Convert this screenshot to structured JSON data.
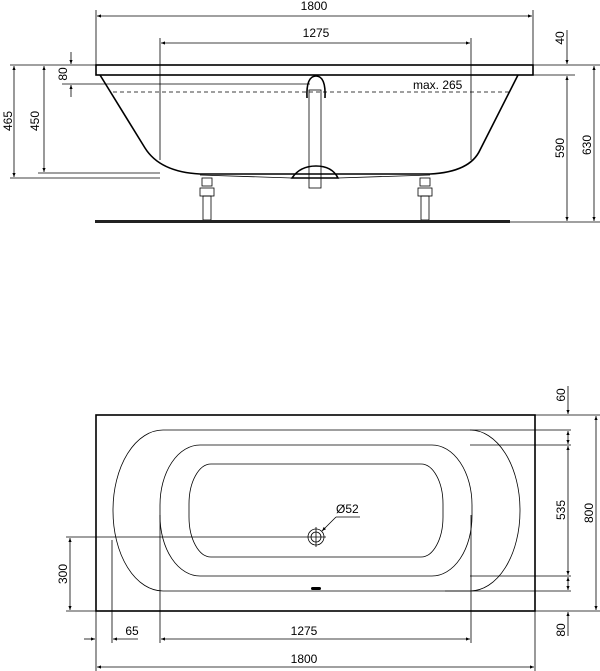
{
  "side_view": {
    "overall_length": "1800",
    "inner_length": "1275",
    "rim_thickness": "40",
    "overflow_depth": "80",
    "water_level": "max. 265",
    "height_to_base": "465",
    "inner_depth": "450",
    "rim_to_floor": "590",
    "total_height": "630"
  },
  "top_view": {
    "waste_diameter": "Ø52",
    "waste_offset": "300",
    "inner_width": "535",
    "overall_width": "800",
    "top_margin": "60",
    "bottom_margin": "80",
    "edge_offset": "65",
    "inner_length": "1275",
    "overall_length": "1800"
  }
}
